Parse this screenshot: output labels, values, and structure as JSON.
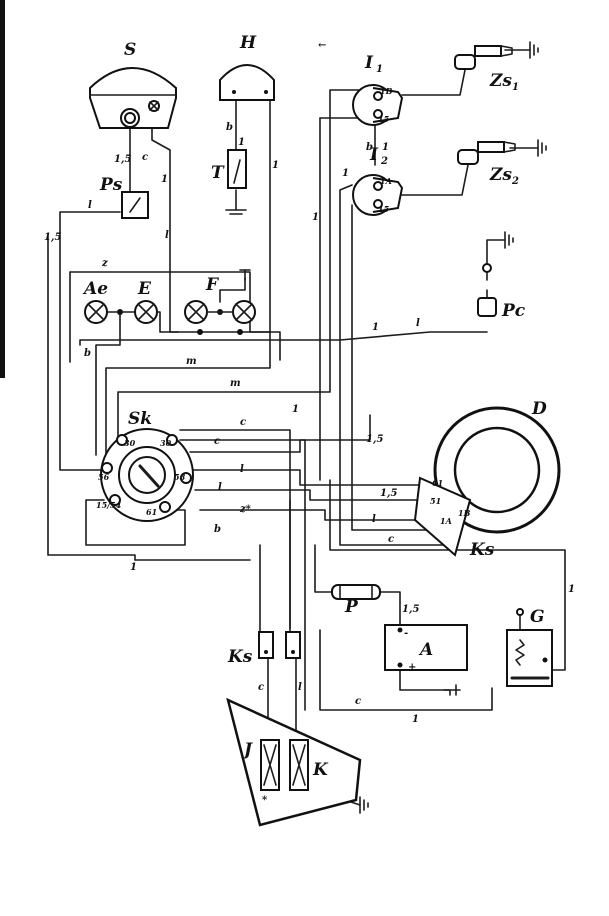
{
  "components": {
    "S": "S",
    "H": "H",
    "I1": "I",
    "I1_sub": "1",
    "I2": "I",
    "I2_sub": "2",
    "Zs1": "Zs",
    "Zs1_sub": "1",
    "Zs2": "Zs",
    "Zs2_sub": "2",
    "Ps": "Ps",
    "T": "T",
    "Ae": "Ae",
    "E": "E",
    "F": "F",
    "Pc": "Pc",
    "Sk": "Sk",
    "D": "D",
    "Ks_right": "Ks",
    "Ks_left": "Ks",
    "P": "P",
    "A": "A",
    "G": "G",
    "J": "J",
    "K": "K"
  },
  "terminals": {
    "sk_30a": "30",
    "sk_30b": "30",
    "sk_56": "56",
    "sk_58": "58",
    "sk_1554": "15/54",
    "sk_61": "61",
    "i1_top": "1B",
    "i1_bot": "15",
    "i2_top": "1A",
    "i2_bot": "15",
    "d_61": "61",
    "d_51": "51",
    "d_1A": "1A",
    "d_1B": "1B",
    "battery_minus": "-",
    "battery_plus": "+"
  },
  "wire_labels": {
    "s_15": "1,5",
    "s_c": "c",
    "s_1": "1",
    "ps_l": "l",
    "s_l": "l",
    "h_b": "b",
    "h_1a": "1",
    "h_1b": "1",
    "left_15": "1,5",
    "z_top": "z",
    "ae_b": "b",
    "m_upper": "m",
    "m_lower": "m",
    "pc_1": "1",
    "pc_l": "l",
    "i_b": "b",
    "i_1": "1",
    "right_1a": "1",
    "right_1b": "1",
    "right_15": "1,5",
    "sk_c1": "c",
    "sk_c2": "c",
    "sk_l1": "l",
    "sk_l2": "l",
    "sk_z": "z*",
    "sk_b": "b",
    "sk_1_bottom": "1",
    "sk_1_mid": "1",
    "d_15": "1,5",
    "d_l": "l",
    "d_c": "c",
    "p_15": "1,5",
    "g_1": "1",
    "bottom_c": "c",
    "bottom_1": "1",
    "ks_c": "c",
    "ks_l": "l"
  },
  "marks": {
    "top_arrow": "←",
    "bottom_star": "*"
  }
}
